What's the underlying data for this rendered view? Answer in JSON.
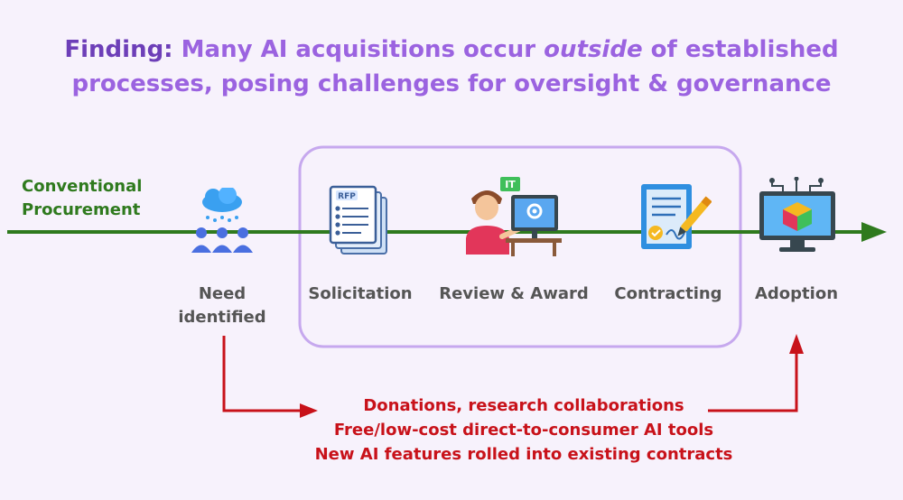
{
  "title": {
    "finding": "Finding:",
    "part1": "Many AI acquisitions occur",
    "emphasis": "outside",
    "part2": "of established processes, posing challenges for oversight & governance"
  },
  "conventional_label": "Conventional Procurement",
  "stages": {
    "need": "Need identified",
    "solicitation": "Solicitation",
    "review": "Review & Award",
    "contracting": "Contracting",
    "adoption": "Adoption"
  },
  "icons": {
    "rfp_badge": "RFP",
    "it_badge": "IT",
    "need": "cloud-people-icon",
    "solicitation": "rfp-document-icon",
    "review": "person-computer-icon",
    "contracting": "contract-pen-icon",
    "adoption": "monitor-cube-icon"
  },
  "alternative_paths": [
    "Donations, research collaborations",
    "Free/low-cost direct-to-consumer AI tools",
    "New AI features rolled into existing contracts"
  ],
  "colors": {
    "title_finding": "#6d3fb8",
    "title_text": "#9b63e0",
    "timeline": "#2f7a1e",
    "alternative_path": "#c8121a",
    "box_border": "#c6a8ee"
  }
}
